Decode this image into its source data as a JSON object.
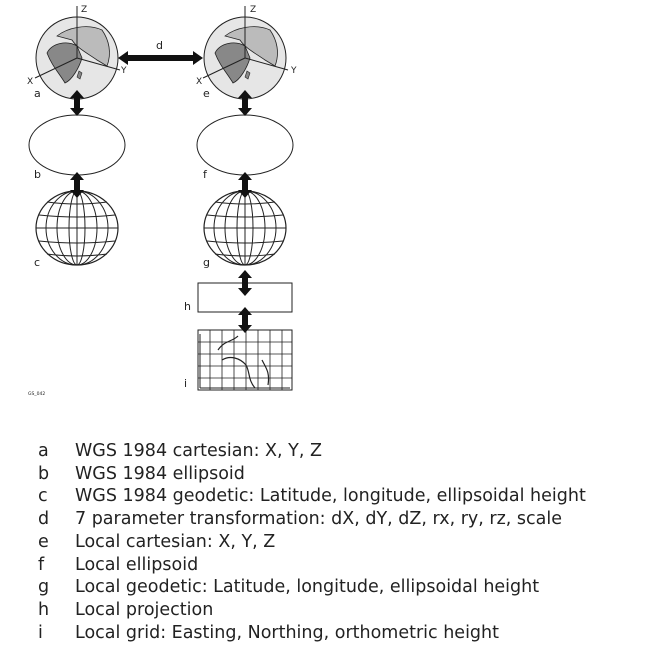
{
  "diagram": {
    "axis_labels": {
      "x": "X",
      "y": "Y",
      "z": "Z"
    },
    "node_letters": {
      "a": "a",
      "b": "b",
      "c": "c",
      "d": "d",
      "e": "e",
      "f": "f",
      "g": "g",
      "h": "h",
      "i": "i"
    },
    "figure_id": "GS_042"
  },
  "legend": [
    {
      "key": "a",
      "text": "WGS 1984 cartesian: X, Y, Z"
    },
    {
      "key": "b",
      "text": "WGS 1984 ellipsoid"
    },
    {
      "key": "c",
      "text": "WGS 1984 geodetic: Latitude, longitude, ellipsoidal height"
    },
    {
      "key": "d",
      "text": "7 parameter transformation: dX, dY, dZ, rx, ry, rz, scale"
    },
    {
      "key": "e",
      "text": "Local cartesian: X, Y, Z"
    },
    {
      "key": "f",
      "text": "Local ellipsoid"
    },
    {
      "key": "g",
      "text": "Local geodetic: Latitude, longitude, ellipsoidal height"
    },
    {
      "key": "h",
      "text": "Local projection"
    },
    {
      "key": "i",
      "text": "Local grid: Easting, Northing, orthometric height"
    }
  ]
}
